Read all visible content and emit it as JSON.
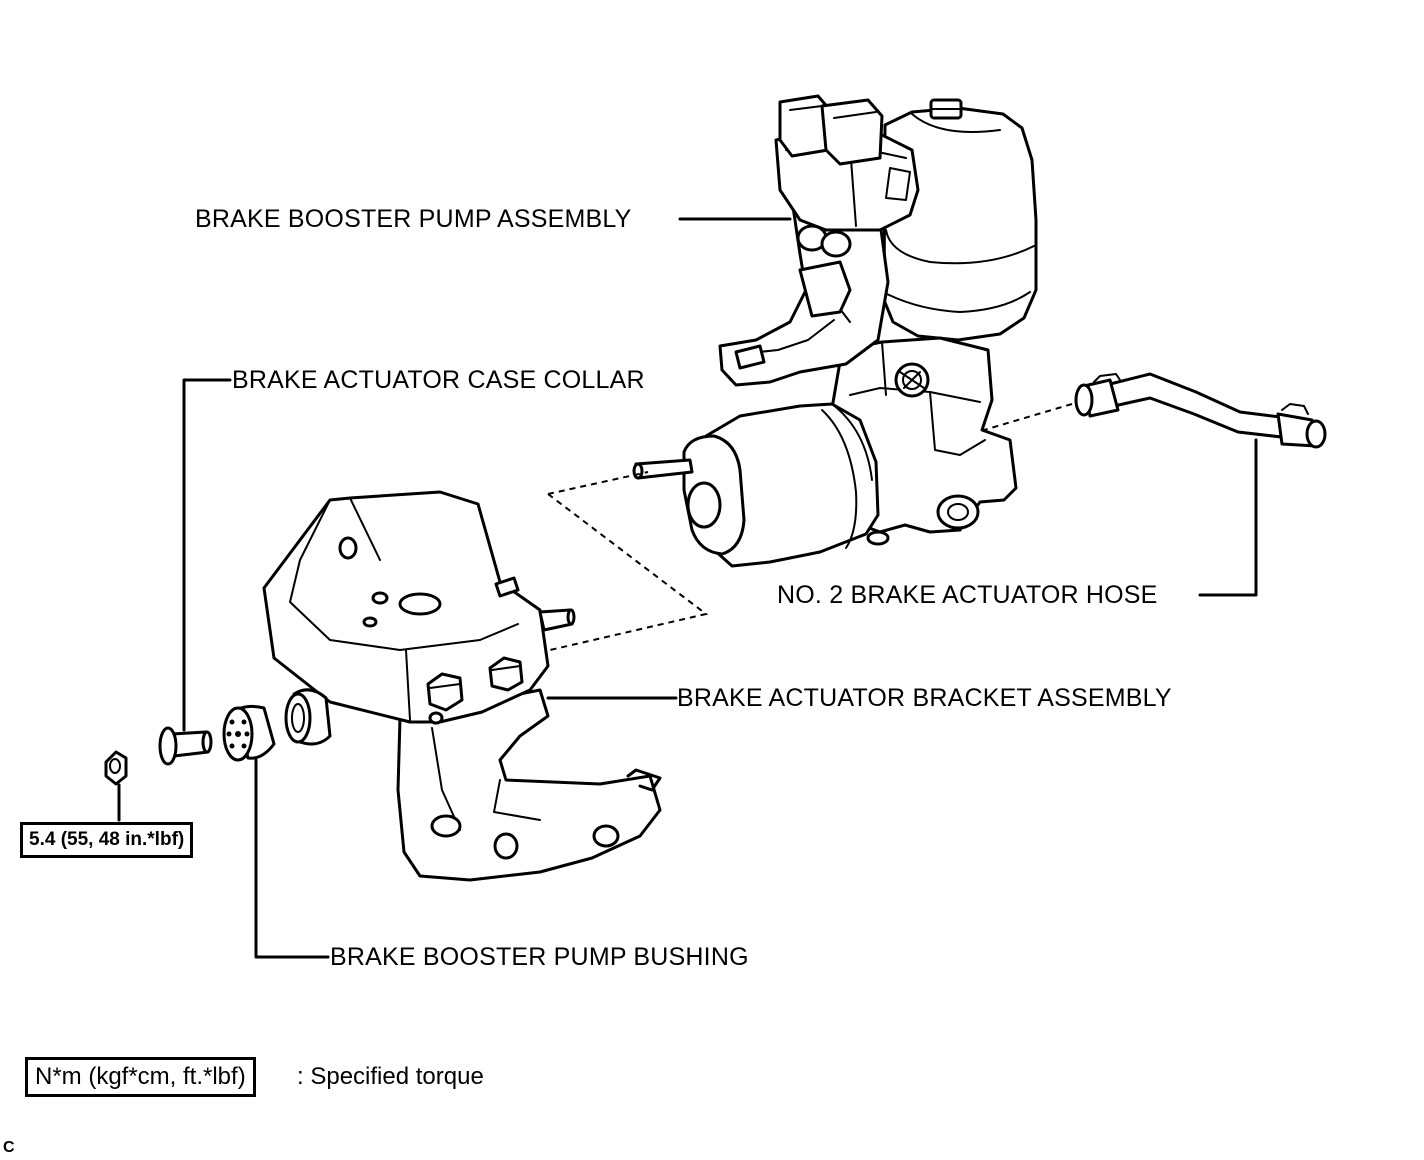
{
  "labels": {
    "pump_assembly": "BRAKE BOOSTER PUMP ASSEMBLY",
    "case_collar": "BRAKE ACTUATOR CASE COLLAR",
    "actuator_hose": "NO. 2 BRAKE ACTUATOR HOSE",
    "bracket_assembly": "BRAKE ACTUATOR BRACKET ASSEMBLY",
    "pump_bushing": "BRAKE BOOSTER PUMP BUSHING"
  },
  "torque": {
    "nut_value": "5.4 (55, 48 in.*lbf)"
  },
  "legend": {
    "unit_box": "N*m (kgf*cm, ft.*lbf)",
    "description": ": Specified torque"
  },
  "corner_mark": "C"
}
